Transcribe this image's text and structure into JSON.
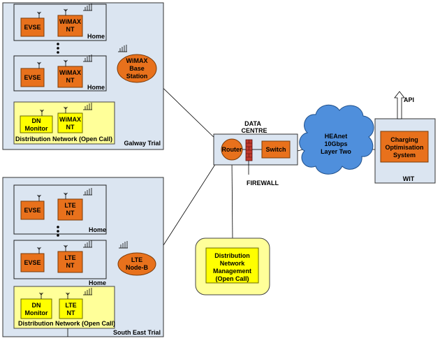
{
  "galway": {
    "trial_label": "Galway Trial",
    "home1": {
      "evse": "EVSE",
      "nt_line1": "WiMAX",
      "nt_line2": "NT",
      "label": "Home"
    },
    "home2": {
      "evse": "EVSE",
      "nt_line1": "WiMAX",
      "nt_line2": "NT",
      "label": "Home"
    },
    "dn": {
      "monitor_line1": "DN",
      "monitor_line2": "Monitor",
      "nt_line1": "WiMAX",
      "nt_line2": "NT",
      "label": "Distribution Network (Open Call)"
    },
    "base_station": {
      "line1": "WiMAX",
      "line2": "Base",
      "line3": "Station"
    }
  },
  "southeast": {
    "trial_label": "South East  Trial",
    "home1": {
      "evse": "EVSE",
      "nt_line1": "LTE",
      "nt_line2": "NT",
      "label": "Home"
    },
    "home2": {
      "evse": "EVSE",
      "nt_line1": "LTE",
      "nt_line2": "NT",
      "label": "Home"
    },
    "dn": {
      "monitor_line1": "DN",
      "monitor_line2": "Monitor",
      "nt_line1": "LTE",
      "nt_line2": "NT",
      "label": "Distribution Network (Open Call)"
    },
    "node_b": {
      "line1": "LTE",
      "line2": "Node-B"
    }
  },
  "datacentre": {
    "label_line1": "DATA",
    "label_line2": "CENTRE",
    "router": "Router",
    "switch": "Switch",
    "firewall": "FIREWALL"
  },
  "heanet": {
    "line1": "HEAnet",
    "line2": "10Gbps",
    "line3": "Layer Two"
  },
  "wit": {
    "label": "WIT",
    "api": "API",
    "system_line1": "Charging",
    "system_line2": "Optimisation",
    "system_line3": "System"
  },
  "dnm": {
    "line1": "Distribution",
    "line2": "Network",
    "line3": "Management",
    "line4": "(Open Call)"
  },
  "colors": {
    "orange": "#e8711c",
    "yellow": "#ffff00",
    "panel": "#dbe5f1",
    "cloud": "#4f8fdc"
  }
}
